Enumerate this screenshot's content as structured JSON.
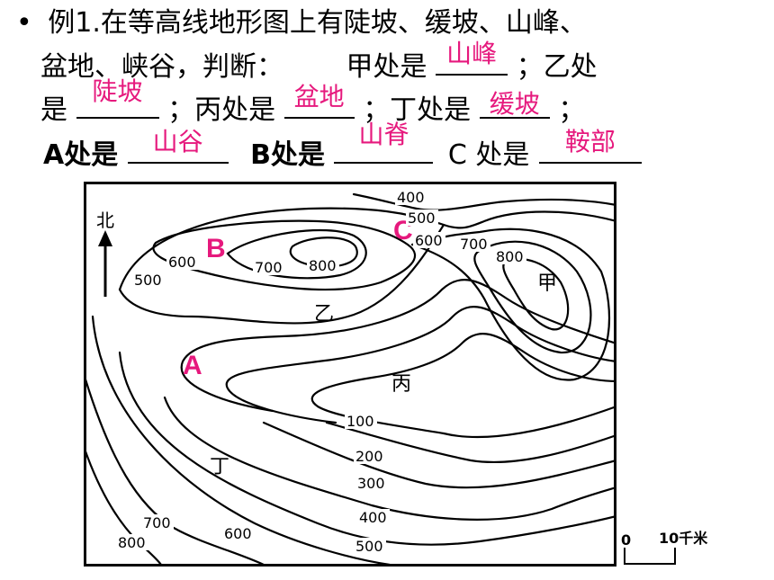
{
  "question": {
    "bullet": "•",
    "line1": "例1.在等高线地形图上有陡坡、缓坡、山峰、",
    "line2_a": "盆地、峡谷，判断：",
    "line2_b": "甲处是",
    "ans_jia": "山峰",
    "line2_c": "；乙处",
    "line3_a": "是",
    "ans_yi": "陡坡",
    "line3_b": "；丙处是",
    "ans_bing": "盆地",
    "line3_c": "；丁处是",
    "ans_ding": "缓坡",
    "line3_d": "；",
    "line4_a": "A处是",
    "ans_a": "山谷",
    "line4_b": "B处是",
    "ans_b": "山脊",
    "line4_c": "C 处是",
    "ans_c": "鞍部"
  },
  "map": {
    "north": "北",
    "point_labels": {
      "A": "A",
      "B": "B",
      "C": "C"
    },
    "place_labels": {
      "jia": "甲",
      "yi": "乙",
      "bing": "丙",
      "ding": "丁"
    },
    "contour_labels": {
      "c400_top": "400",
      "c500_top": "500",
      "c600_top": "600",
      "c700_right": "700",
      "c800_right": "800",
      "c600_left": "600",
      "c500_left": "500",
      "c700_mid": "700",
      "c800_mid": "800",
      "c100": "100",
      "c200": "200",
      "c300": "300",
      "c400": "400",
      "c500": "500",
      "c700_bl": "700",
      "c800_bl": "800",
      "c600_bl": "600"
    },
    "scale": {
      "zero": "0",
      "ten": "10千米"
    },
    "colors": {
      "accent": "#e6197d",
      "line": "#000000"
    }
  }
}
